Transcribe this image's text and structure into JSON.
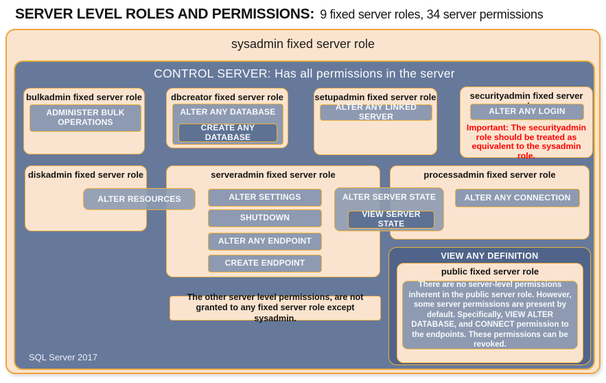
{
  "header": {
    "title_bold": "SERVER LEVEL ROLES AND PERMISSIONS:",
    "title_rest": "9 fixed server roles, 34 server permissions"
  },
  "sysadmin": {
    "title": "sysadmin fixed server role"
  },
  "control_server": {
    "title": "CONTROL SERVER: Has all permissions in the server",
    "footer": "SQL Server 2017"
  },
  "roles": {
    "bulkadmin": {
      "title": "bulkadmin fixed server role",
      "permissions": [
        "ADMINISTER BULK OPERATIONS"
      ]
    },
    "dbcreator": {
      "title": "dbcreator fixed server role",
      "permission_outer": "ALTER ANY DATABASE",
      "permission_nested": "CREATE ANY DATABASE"
    },
    "setupadmin": {
      "title": "setupadmin fixed server role",
      "permissions": [
        "ALTER ANY LINKED SERVER"
      ]
    },
    "securityadmin": {
      "title": "securityadmin fixed server role",
      "permissions": [
        "ALTER ANY LOGIN"
      ],
      "warning": "Important: The securityadmin role should be treated as equivalent to the sysadmin role."
    },
    "diskadmin": {
      "title": "diskadmin fixed server role",
      "shared_permission": "ALTER RESOURCES"
    },
    "serveradmin": {
      "title": "serveradmin fixed server role",
      "permissions": [
        "ALTER SETTINGS",
        "SHUTDOWN",
        "ALTER ANY ENDPOINT",
        "CREATE ENDPOINT"
      ],
      "shared_permission_outer": "ALTER SERVER STATE",
      "shared_permission_nested": "VIEW SERVER STATE"
    },
    "processadmin": {
      "title": "processadmin fixed server role",
      "permissions": [
        "ALTER ANY CONNECTION"
      ]
    },
    "public": {
      "outer_permission": "VIEW ANY DEFINITION",
      "title": "public fixed server role",
      "note": "There are no server-level permissions inherent in the public server role. However, some server permissions are present by default. Specifically, VIEW ALTER DATABASE, and CONNECT permission to the endpoints. These permissions can be revoked."
    }
  },
  "note_box": {
    "text": "The other server level permissions, are not granted to any fixed server role except sysadmin."
  },
  "colors": {
    "peach": "#FBE4CF",
    "gold_border": "#EFAC3D",
    "slate_background": "#66799B",
    "permission_light": "#8D9AB1",
    "permission_dark": "#5E7294",
    "public_outer": "#506489",
    "warning_red": "#FE0000"
  }
}
